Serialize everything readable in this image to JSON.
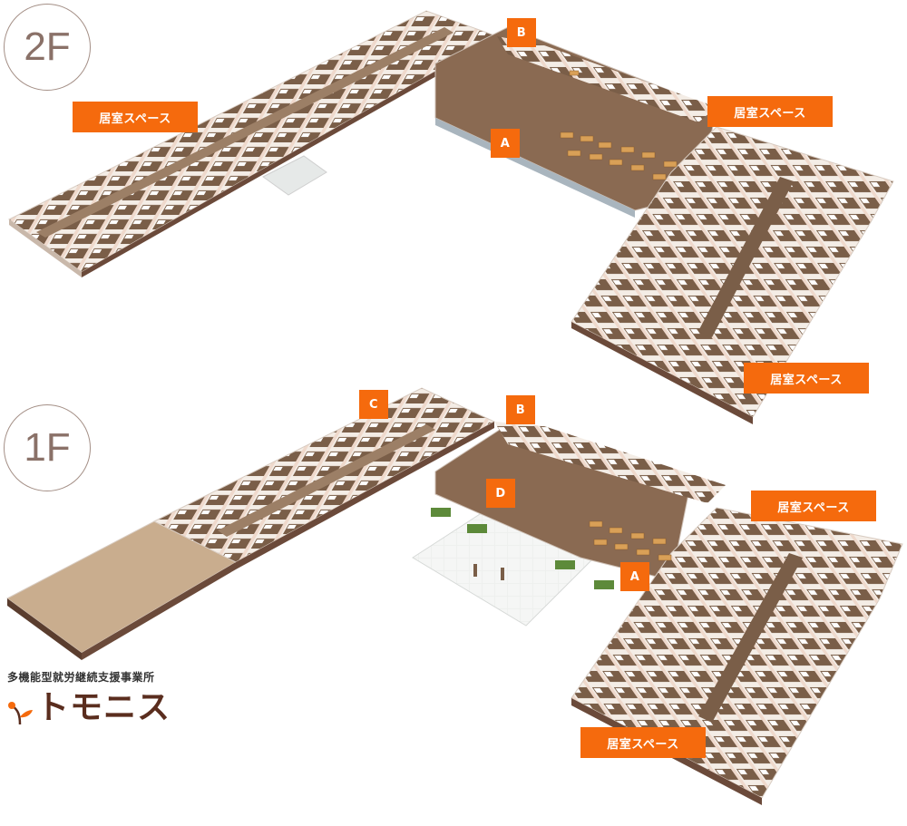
{
  "floors": {
    "second": {
      "badge": "2F"
    },
    "first": {
      "badge": "1F"
    }
  },
  "labels": {
    "room_space": "居室スペース",
    "a": "A",
    "b": "B",
    "c": "C",
    "d": "D"
  },
  "brand": {
    "subtitle": "多機能型就労継続支援事業所",
    "name": "トモニス"
  },
  "colors": {
    "accent": "#f56a0d",
    "floor_wood": "#7a5e48",
    "wall": "#f3ece4",
    "badge_text": "#8a7168"
  }
}
